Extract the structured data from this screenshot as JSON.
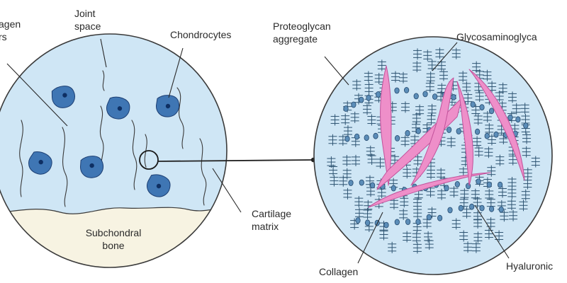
{
  "labels": {
    "collagen_fibers": [
      "agen",
      "rs"
    ],
    "joint_space": [
      "Joint",
      "space"
    ],
    "chondrocytes": "Chondrocytes",
    "proteoglycan_aggregate": [
      "Proteoglycan",
      "aggregate"
    ],
    "glycosaminoglycans": "Glycosaminoglyca",
    "cartilage_matrix": [
      "Cartilage",
      "matrix"
    ],
    "subchondral_bone": [
      "Subchondral",
      "bone"
    ],
    "collagen": "Collagen",
    "hyaluronic": "Hyaluronic"
  },
  "colors": {
    "circle_fill": "#cfe6f5",
    "outline": "#3a3a3a",
    "bone_fill": "#f7f3e2",
    "cell_fill": "#3f76b4",
    "nucleus": "#0e2f63",
    "collagen_fill": "#ee8fc9",
    "collagen_stroke": "#c2529b",
    "gag_stroke": "#2f5573",
    "label_text": "#2a2a2a"
  }
}
